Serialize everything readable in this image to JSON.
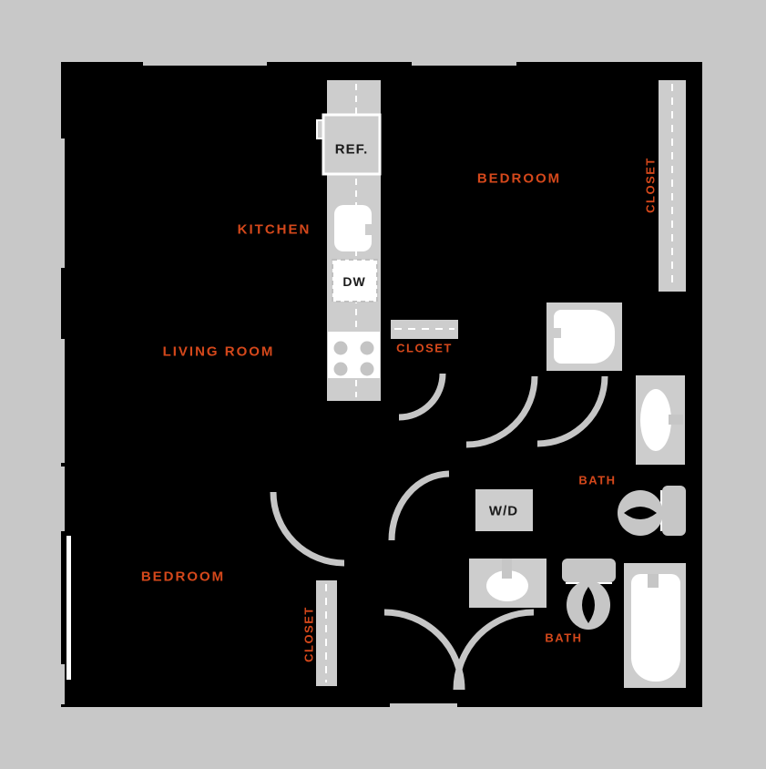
{
  "plan": {
    "type": "apartment-floor-plan",
    "colors": {
      "background": "#c8c8c8",
      "wall": "#000000",
      "fixture_gray": "#cdcdcd",
      "arc_gray": "#c6c6c6",
      "fixture_white": "#ffffff",
      "label_orange": "#d5481b",
      "appliance_text": "#1a1a1a"
    },
    "labels": {
      "kitchen": "KITCHEN",
      "living_room": "LIVING ROOM",
      "bedroom_top": "BEDROOM",
      "bedroom_bottom": "BEDROOM",
      "closet_right": "CLOSET",
      "closet_hall": "CLOSET",
      "closet_bottom": "CLOSET",
      "bath_right": "BATH",
      "bath_bottom": "BATH"
    },
    "appliances": {
      "refrigerator": "REF.",
      "dishwasher": "DW",
      "washer_dryer": "W/D"
    }
  }
}
